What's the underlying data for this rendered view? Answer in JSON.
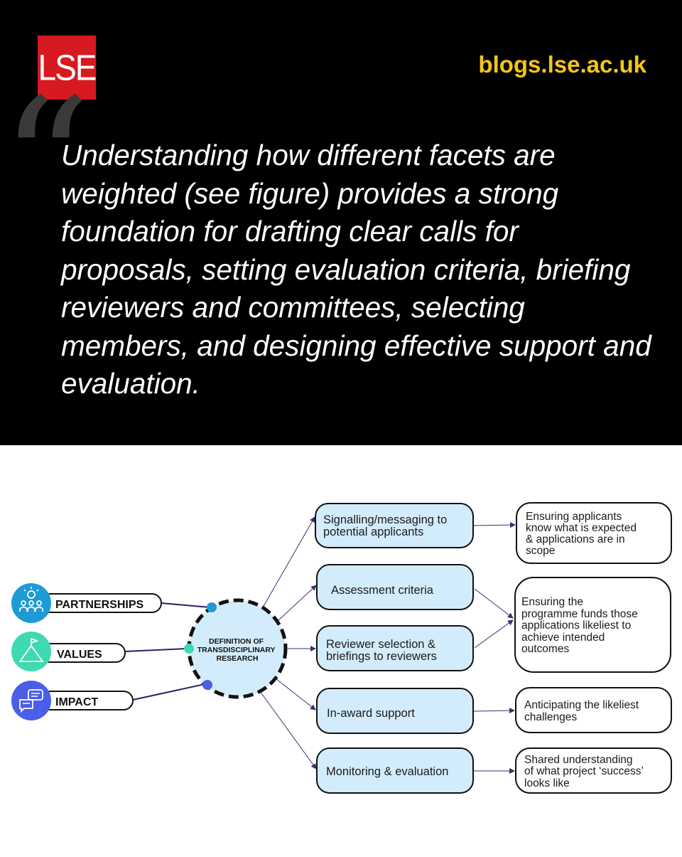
{
  "header": {
    "logo_text": "LSE",
    "site": "blogs.lse.ac.uk"
  },
  "quote": {
    "mark": "“",
    "text": "Understanding how different facets are weighted (see figure) provides a strong foundation for drafting clear calls for proposals, setting evaluation criteria, briefing reviewers and committees, selecting members, and designing effective support and evaluation."
  },
  "diagram": {
    "colors": {
      "facet_1": "#1e9ad6",
      "facet_2": "#3fd9b2",
      "facet_3": "#4a5ee8",
      "node_fill": "#d3ecfb"
    },
    "facets": [
      {
        "label": "PARTNERSHIPS",
        "icon": "people-lightbulb-icon"
      },
      {
        "label": "VALUES",
        "icon": "mountain-flag-icon"
      },
      {
        "label": "IMPACT",
        "icon": "chat-bubbles-icon"
      }
    ],
    "center_lines": [
      "DEFINITION OF",
      "TRANSDISCIPLINARY",
      "RESEARCH"
    ],
    "actions": [
      {
        "lines": [
          "Signalling/messaging to",
          "potential applicants"
        ]
      },
      {
        "lines": [
          "Assessment criteria"
        ]
      },
      {
        "lines": [
          "Reviewer selection &",
          "briefings to reviewers"
        ]
      },
      {
        "lines": [
          "In-award support"
        ]
      },
      {
        "lines": [
          "Monitoring & evaluation"
        ]
      }
    ],
    "outcomes": [
      {
        "lines": [
          "Ensuring applicants",
          "know what is expected",
          "& applications are in",
          "scope"
        ]
      },
      {
        "lines": [
          "Ensuring the",
          "programme funds those",
          "applications likeliest to",
          "achieve intended",
          "outcomes"
        ]
      },
      {
        "lines": [
          "Anticipating the likeliest",
          "challenges"
        ]
      },
      {
        "lines": [
          "Shared understanding",
          "of what project ‘success’",
          "looks like"
        ]
      }
    ]
  }
}
